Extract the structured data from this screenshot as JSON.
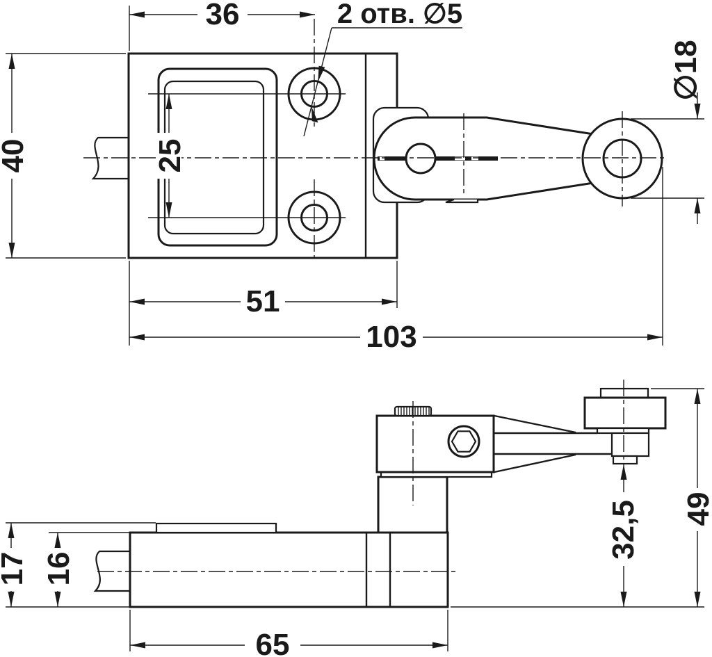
{
  "drawing": {
    "description": "Dimensioned two-view engineering drawing of a roller-lever limit switch",
    "language": "Russian",
    "colors": {
      "line": "#1a1a1a",
      "background": "#ffffff"
    },
    "top_view": {
      "dims": {
        "mount_hole_offset": "36",
        "body_height": "40",
        "hole_spacing": "25",
        "body_length": "51",
        "overall_length": "103",
        "roller_diameter": "∅18",
        "holes_callout": "2 отв. ∅5"
      }
    },
    "side_view": {
      "dims": {
        "base_height_outer": "17",
        "base_height": "16",
        "base_length": "65",
        "roller_axis_height": "32,5",
        "overall_height": "49"
      }
    }
  }
}
